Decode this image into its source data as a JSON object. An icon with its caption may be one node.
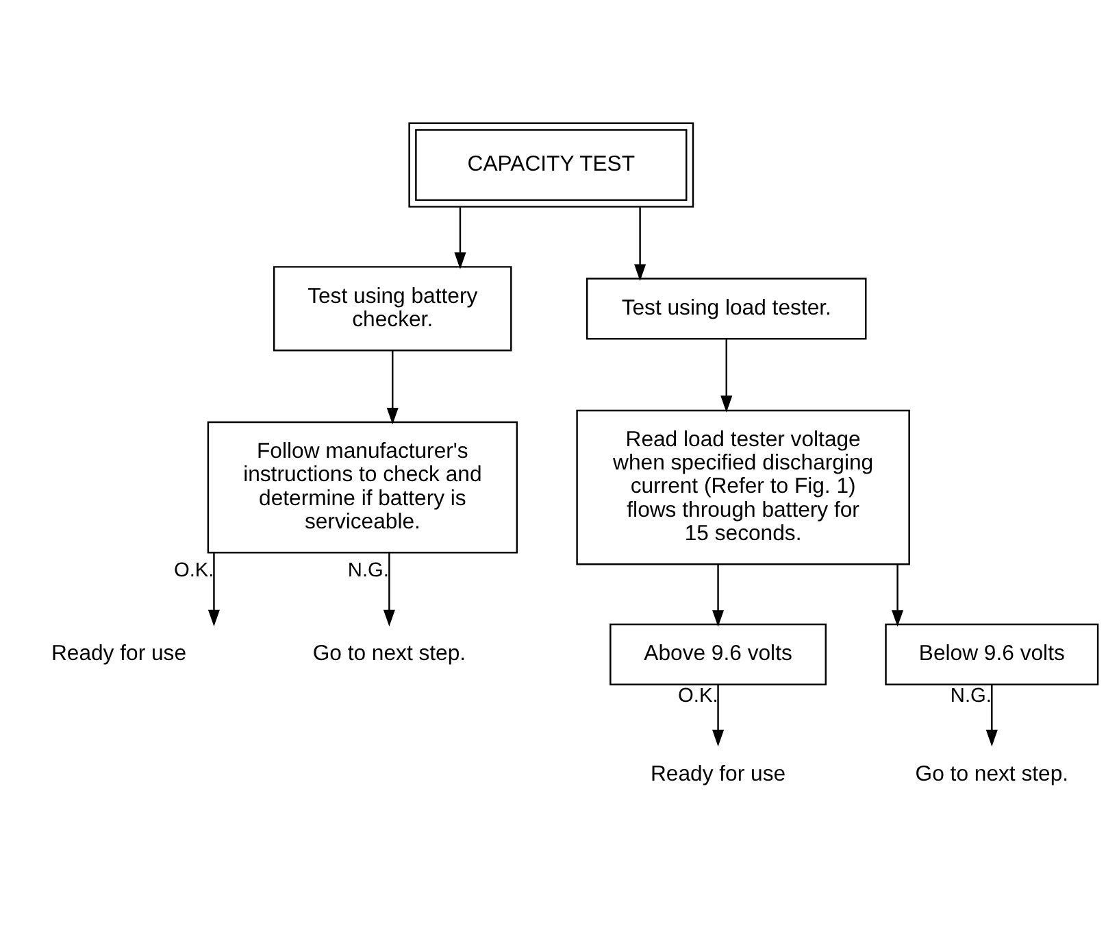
{
  "diagram": {
    "nodes": [
      {
        "text": [
          "CAPACITY TEST"
        ]
      },
      {
        "text": [
          "Test using battery checker."
        ]
      },
      {
        "text": [
          "Test using load tester."
        ]
      },
      {
        "text": [
          "Follow manufacturer's instructions to check and determine if battery is serviceable."
        ]
      },
      {
        "text": [
          "Read load tester voltage when specified discharging current (Refer to Fig. 1) flows through battery for 15 seconds."
        ]
      },
      {
        "text": [
          "Ready for use"
        ]
      },
      {
        "text": [
          "Go to next step."
        ]
      },
      {
        "text": [
          "Above 9.6 volts"
        ]
      },
      {
        "text": [
          "Below 9.6 volts"
        ]
      },
      {
        "text": [
          "Ready for use"
        ]
      },
      {
        "text": [
          "Go to next step."
        ]
      }
    ],
    "edges": [
      {
        "from": 0,
        "to": 1,
        "arrow": "to"
      },
      {
        "from": 0,
        "to": 2,
        "arrow": "to"
      },
      {
        "from": 1,
        "to": 3,
        "arrow": "to"
      },
      {
        "from": 2,
        "to": 4,
        "arrow": "to"
      },
      {
        "from": 3,
        "to": 5,
        "arrow": "to",
        "label": "O.K."
      },
      {
        "from": 3,
        "to": 6,
        "arrow": "to",
        "label": "N.G."
      },
      {
        "from": 4,
        "to": 7,
        "arrow": "to"
      },
      {
        "from": 4,
        "to": 8,
        "arrow": "to"
      },
      {
        "from": 7,
        "to": 9,
        "arrow": "to",
        "label": "O.K."
      },
      {
        "from": 8,
        "to": 10,
        "arrow": "to",
        "label": "N.G."
      }
    ]
  }
}
